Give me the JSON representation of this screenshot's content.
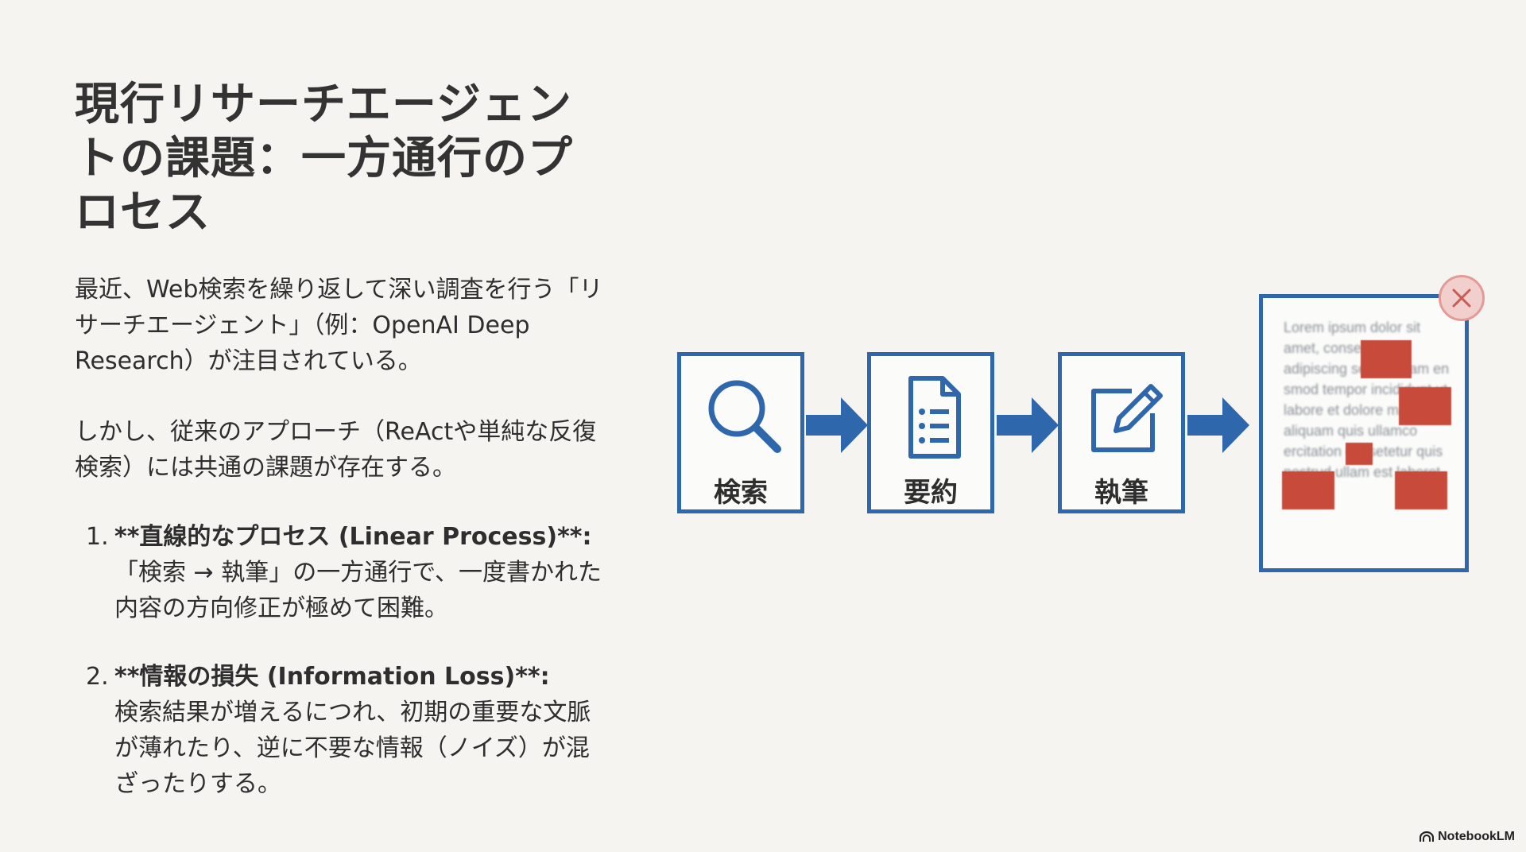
{
  "slide": {
    "title": "現行リサーチエージェントの課題：一方通行のプロセス",
    "paragraphs": [
      "最近、Web検索を繰り返して深い調査を行う「リサーチエージェント」（例：OpenAI Deep Research）が注目されている。",
      "しかし、従来のアプローチ（ReActや単純な反復検索）には共通の課題が存在する。"
    ],
    "issues": [
      {
        "number": "1.",
        "title": "**直線的なプロセス (Linear Process)**:",
        "body": "「検索 → 執筆」の一方通行で、一度書かれた内容の方向修正が極めて困難。"
      },
      {
        "number": "2.",
        "title": "**情報の損失 (Information Loss)**:",
        "body": "検索結果が増えるにつれ、初期の重要な文脈が薄れたり、逆に不要な情報（ノイズ）が混ざったりする。"
      }
    ]
  },
  "diagram": {
    "steps": [
      {
        "label": "検索",
        "icon": "search-icon"
      },
      {
        "label": "要約",
        "icon": "document-list-icon"
      },
      {
        "label": "執筆",
        "icon": "pencil-edit-icon"
      }
    ],
    "document_placeholder": "Lorem ipsum dolor sit amet, consectetur adipiscing sed do diam en smod tempor incididunt ut labore et dolore magna aliquam quis ullamco ercitation consetetur quis nostrud ullam est laboret.",
    "colors": {
      "box_border": "#2f67ac",
      "arrow": "#2f67ac",
      "redaction": "#c84a3a",
      "close_badge": "#f0cfcd"
    }
  },
  "brand": {
    "name": "NotebookLM",
    "icon": "notebooklm-logo-icon"
  }
}
